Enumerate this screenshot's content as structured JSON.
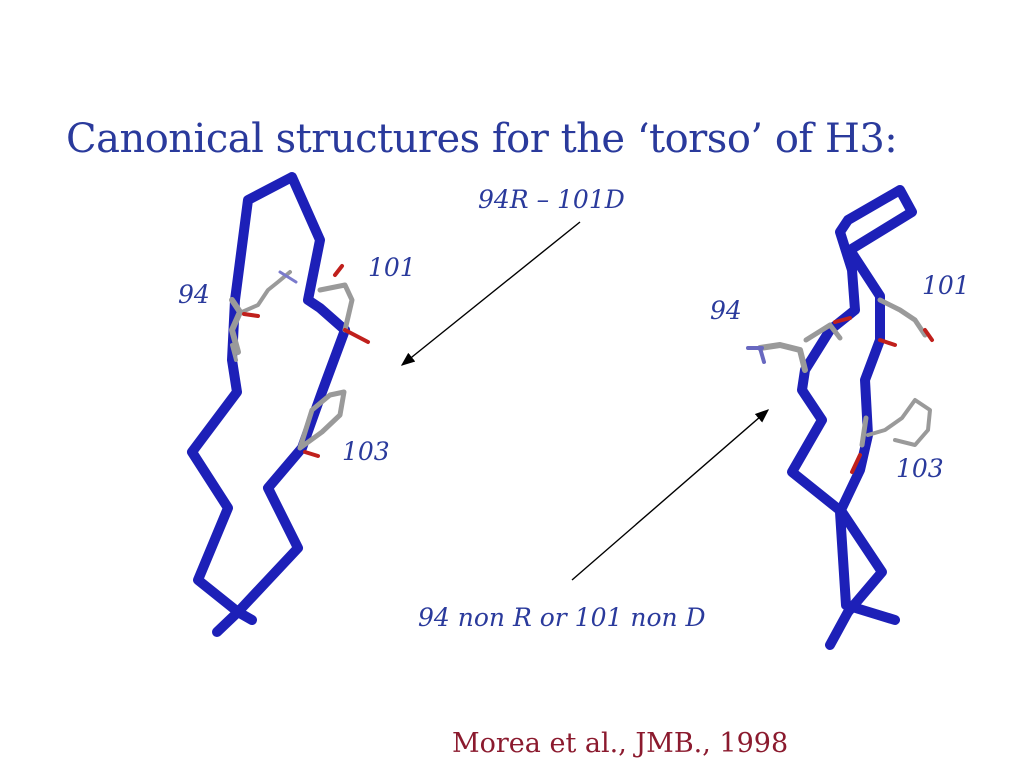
{
  "title": "Canonical structures for the ‘torso’ of H3:",
  "annotations": {
    "top_label": "94R – 101D",
    "bottom_label": "94 non R or 101 non D"
  },
  "left_structure": {
    "label_94": "94",
    "label_101": "101",
    "label_103": "103"
  },
  "right_structure": {
    "label_94": "94",
    "label_101": "101",
    "label_103": "103"
  },
  "citation": "Morea et al., JMB., 1998",
  "colors": {
    "backbone": "#1d20b8",
    "text_blue": "#2a3a9c",
    "citation_red": "#8b1a2e",
    "sidechain_gray": "#9a9a9a",
    "oxygen_red": "#c0201c"
  }
}
